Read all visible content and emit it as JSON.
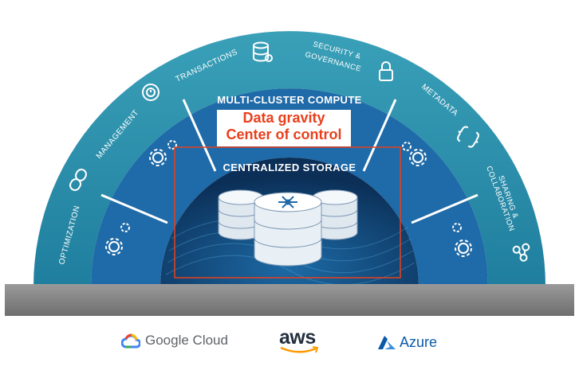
{
  "diagram": {
    "outer_title": "CLOUD SERVICES",
    "middle_title": "MULTI-CLUSTER COMPUTE",
    "inner_title": "CENTRALIZED STORAGE",
    "services": [
      "OPTIMIZATION",
      "MANAGEMENT",
      "TRANSACTIONS",
      "SECURITY &",
      "GOVERNANCE",
      "METADATA",
      "SHARING &",
      "COLLABORATION"
    ],
    "callout_line1": "Data gravity",
    "callout_line2": "Center of control"
  },
  "providers": {
    "google": "Google Cloud",
    "aws": "aws",
    "azure": "Azure"
  },
  "colors": {
    "outer_ring": "#2a8fab",
    "middle_ring": "#1f6aa8",
    "inner_core": "#0f3c6e",
    "base_bar": "#8a8a8a",
    "callout": "#e8401c"
  }
}
